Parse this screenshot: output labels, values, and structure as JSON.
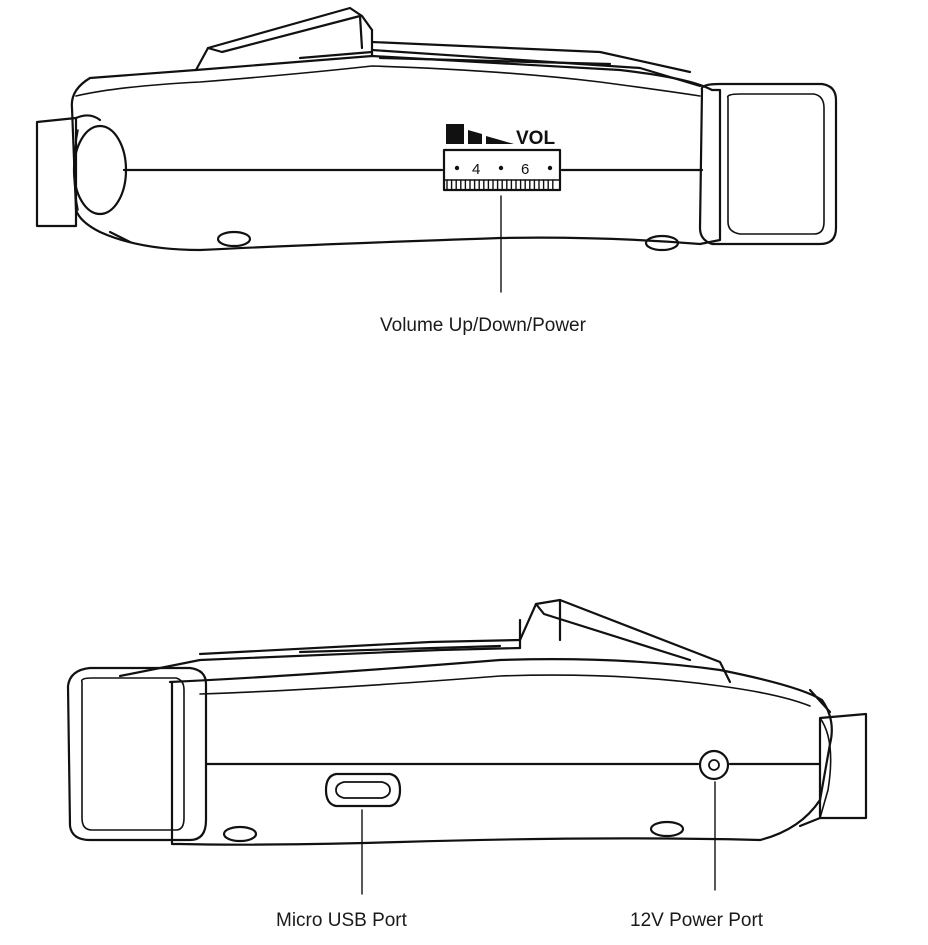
{
  "top_view": {
    "volume_label": "VOL",
    "wheel_numbers": [
      "4",
      "6"
    ],
    "callout": "Volume Up/Down/Power"
  },
  "bottom_view": {
    "micro_usb_callout": "Micro USB Port",
    "power_port_callout": "12V Power Port"
  }
}
